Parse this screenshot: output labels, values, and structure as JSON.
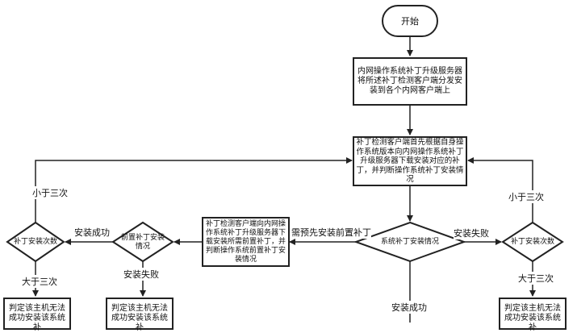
{
  "nodes": {
    "start": "开始",
    "push": "内网操作系统补丁升级服务器将所述补丁检测客户端分发安装到各个内网客户端上",
    "download": "补丁检测客户端首先根据自身操作系统版本向内网操作系统补丁升级服务器下载安装对应的补丁，并判断操作系统补丁安装情况",
    "system_check": "系统补丁安装情况",
    "prereq": "补丁检测客户端向内网操作系统补丁升级服务器下载安装所需前置补丁，并判断操作系统前置补丁安装情况",
    "pre_check": "前置补丁安装情况",
    "left_count": "补丁安装次数",
    "right_count": "补丁安装次数",
    "left_fail": "判定该主机无法成功安装该系统补",
    "mid_fail": "判定该主机无法成功安装该系统补",
    "right_fail": "判定该主机无法成功安装该系统补"
  },
  "edges": {
    "need_prereq": "需预先安装前置补丁",
    "install_fail_right": "安装失败",
    "install_success_bottom": "安装成功",
    "pre_success": "安装成功",
    "pre_fail": "安装失败",
    "less_three_left": "小于三次",
    "less_three_right": "小于三次",
    "more_three_left": "大于三次",
    "more_three_right": "大于三次"
  }
}
